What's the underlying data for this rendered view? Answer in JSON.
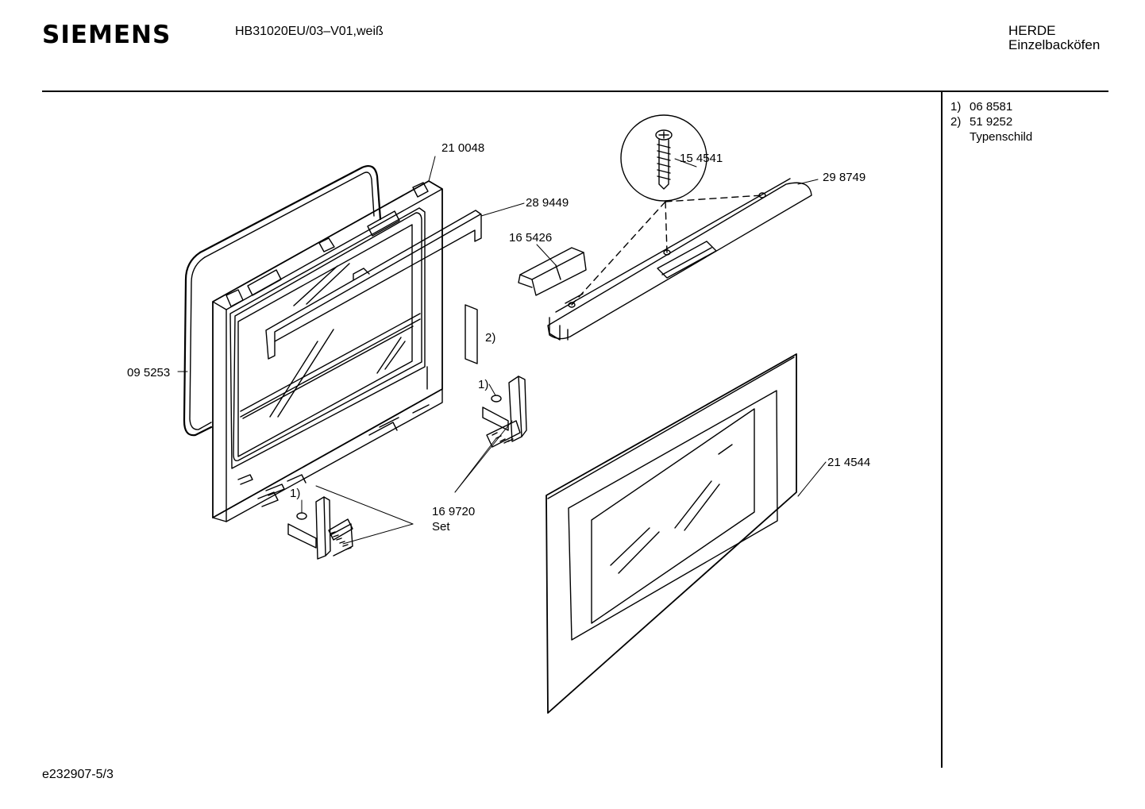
{
  "header": {
    "brand": "SIEMENS",
    "model": "HB31020EU/03–V01,weiß",
    "category": "HERDE",
    "subcategory": "Einzelbacköfen"
  },
  "notes": [
    {
      "marker": "1)",
      "text": "06 8581"
    },
    {
      "marker": "2)",
      "text": "51 9252"
    },
    {
      "marker": "",
      "text": "Typenschild"
    }
  ],
  "parts": {
    "p210048": "21 0048",
    "p289449": "28 9449",
    "p165426": "16 5426",
    "p154541": "15 4541",
    "p298749": "29 8749",
    "p095253": "09 5253",
    "p214544": "21 4544",
    "p169720": "16 9720",
    "p169720_sub": "Set",
    "ref2": "2)",
    "ref1a": "1)",
    "ref1b": "1)"
  },
  "footer": {
    "code": "e232907-5/3"
  }
}
